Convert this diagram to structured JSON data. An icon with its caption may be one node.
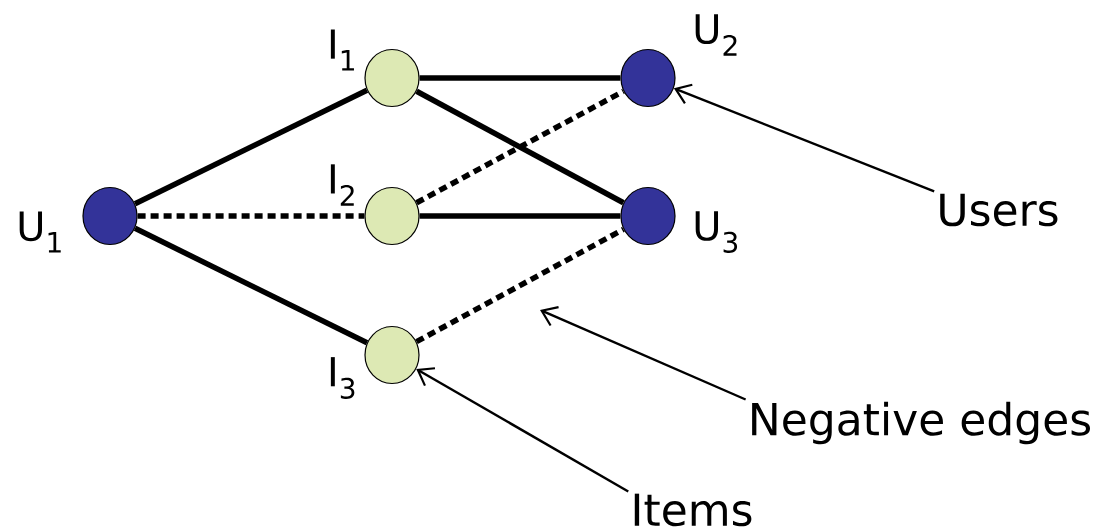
{
  "diagram": {
    "nodes": [
      {
        "text": [],
        "shape": "circle",
        "beside": [
          "U$_{1}$"
        ]
      },
      {
        "text": [],
        "shape": "circle",
        "beside": [
          "I$_{1}$"
        ]
      },
      {
        "text": [],
        "shape": "circle",
        "beside": [
          "I$_{2}$"
        ]
      },
      {
        "text": [],
        "shape": "circle",
        "beside": [
          "I$_{3}$"
        ]
      },
      {
        "text": [],
        "shape": "circle",
        "beside": [
          "U$_{2}$"
        ]
      },
      {
        "text": [],
        "shape": "circle",
        "beside": [
          "U$_{3}$"
        ]
      },
      {
        "text": [
          "Users"
        ]
      },
      {
        "text": [
          "Negative edges"
        ]
      },
      {
        "text": [
          "Items"
        ]
      }
    ],
    "edges": [
      {
        "from": 0,
        "to": 1,
        "arrow": "none"
      },
      {
        "from": 0,
        "to": 2,
        "arrow": "none",
        "style": "dashed"
      },
      {
        "from": 0,
        "to": 3,
        "arrow": "none"
      },
      {
        "from": 1,
        "to": 4,
        "arrow": "none"
      },
      {
        "from": 1,
        "to": 5,
        "arrow": "none"
      },
      {
        "from": 2,
        "to": 4,
        "arrow": "none",
        "style": "dashed"
      },
      {
        "from": 2,
        "to": 5,
        "arrow": "none"
      },
      {
        "from": 3,
        "to": 5,
        "arrow": "none",
        "style": "dashed"
      },
      {
        "from": 6,
        "to": 4,
        "arrow": "to"
      },
      {
        "from": 7,
        "to": null,
        "arrow": "to"
      },
      {
        "from": 8,
        "to": 3,
        "arrow": "to"
      }
    ]
  }
}
